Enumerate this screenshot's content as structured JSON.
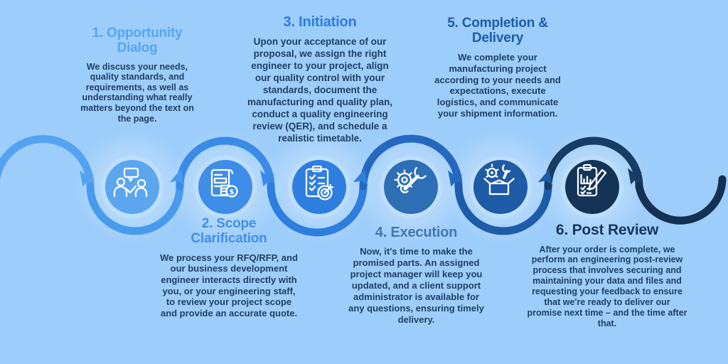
{
  "palette": {
    "background": "#9DCDFA",
    "body_text": "#1D4065",
    "icon_stroke": "#FFFFFF",
    "halo": "#C2E1FB"
  },
  "wave": {
    "segment_colors": [
      "#54A3F2",
      "#489AEF",
      "#3A8BE8",
      "#2E7EDF",
      "#2569BF",
      "#1D5CA8",
      "#173C66",
      "#143153"
    ]
  },
  "steps": [
    {
      "number": 1,
      "title": "1. Opportunity Dialog",
      "body": "We discuss your needs, quality standards, and requirements, as well as understanding what really matters beyond the text on the page.",
      "title_color": "#55A6F2",
      "circle_color": "#5CA6F0",
      "icon": "discussion-icon",
      "text_position": "above"
    },
    {
      "number": 2,
      "title": "2. Scope Clarification",
      "body": "We process your RFQ/RFP, and our business development engineer interacts directly with you, or your engineering staff, to review your project scope and provide an accurate quote.",
      "title_color": "#428FE8",
      "circle_color": "#3E8DE9",
      "icon": "rfq-quote-icon",
      "icon_label": "$",
      "text_position": "below"
    },
    {
      "number": 3,
      "title": "3. Initiation",
      "body": "Upon your acceptance of our proposal, we assign the right engineer to your project, align our quality control with your standards, document the manufacturing and quality plan, conduct a quality engineering review (QER), and schedule a realistic timetable.",
      "title_color": "#2C7DE2",
      "circle_color": "#2E7EE0",
      "icon": "checklist-target-icon",
      "text_position": "above"
    },
    {
      "number": 4,
      "title": "4. Execution",
      "body": "Now, it's time to make the promised parts. An assigned project manager will keep you updated, and a client support administrator is available for any questions, ensuring timely delivery.",
      "title_color": "#4077B0",
      "circle_color": "#2D6FB4",
      "icon": "gear-wrench-icon",
      "text_position": "below"
    },
    {
      "number": 5,
      "title": "5. Completion & Delivery",
      "body": "We complete your manufacturing project according to your needs and expectations, execute logistics, and communicate your shipment information.",
      "title_color": "#1E5CA9",
      "circle_color": "#1E5BA6",
      "icon": "delivery-box-icon",
      "text_position": "above"
    },
    {
      "number": 6,
      "title": "6. Post Review",
      "body": "After your order is complete, we perform an engineering post-review process that involves securing and maintaining your data and files and requesting your feedback to ensure that we're ready to deliver our promise next time – and the time after that.",
      "title_color": "#17355D",
      "circle_color": "#133457",
      "icon": "report-review-icon",
      "text_position": "below"
    }
  ]
}
